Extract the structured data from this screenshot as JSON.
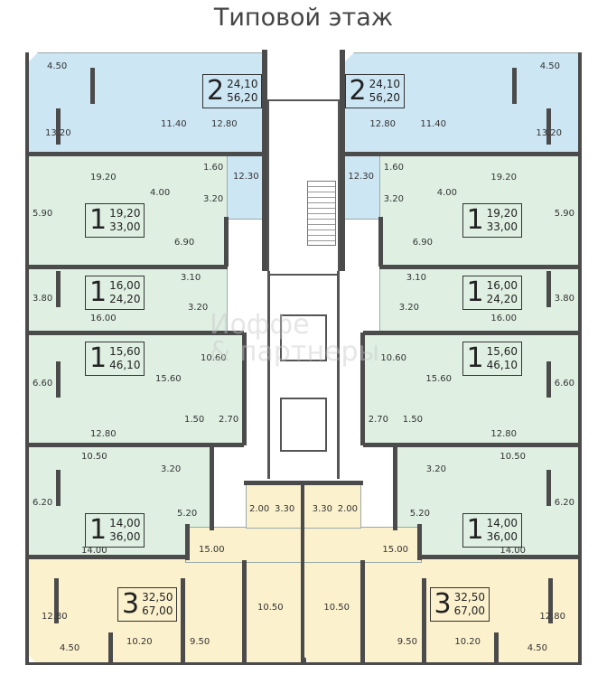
{
  "title": "Типовой этаж",
  "watermark": [
    "Иоффе",
    "& партнеры"
  ],
  "left_wing": {
    "badges": [
      {
        "rooms": "2",
        "living": "24,10",
        "total": "56,20"
      },
      {
        "rooms": "1",
        "living": "19,20",
        "total": "33,00"
      },
      {
        "rooms": "1",
        "living": "16,00",
        "total": "24,20"
      },
      {
        "rooms": "1",
        "living": "15,60",
        "total": "46,10"
      },
      {
        "rooms": "1",
        "living": "14,00",
        "total": "36,00"
      },
      {
        "rooms": "3",
        "living": "32,50",
        "total": "67,00"
      }
    ],
    "areas": [
      "4.50",
      "11.40",
      "12.80",
      "13.20",
      "1.60",
      "12.30",
      "3.20",
      "19.20",
      "4.00",
      "5.90",
      "6.90",
      "3.10",
      "3.80",
      "3.20",
      "16.00",
      "10.60",
      "6.60",
      "15.60",
      "1.50",
      "2.70",
      "12.80",
      "10.50",
      "3.20",
      "6.20",
      "5.20",
      "14.00",
      "15.00",
      "2.00",
      "3.30",
      "10.50",
      "12.80",
      "10.20",
      "9.50",
      "4.50"
    ]
  },
  "right_wing": {
    "badges": [
      {
        "rooms": "2",
        "living": "24,10",
        "total": "56,20"
      },
      {
        "rooms": "1",
        "living": "19,20",
        "total": "33,00"
      },
      {
        "rooms": "1",
        "living": "16,00",
        "total": "24,20"
      },
      {
        "rooms": "1",
        "living": "15,60",
        "total": "46,10"
      },
      {
        "rooms": "1",
        "living": "14,00",
        "total": "36,00"
      },
      {
        "rooms": "3",
        "living": "32,50",
        "total": "67,00"
      }
    ],
    "areas": [
      "4.50",
      "11.40",
      "12.80",
      "13.20",
      "1.60",
      "12.30",
      "3.20",
      "19.20",
      "4.00",
      "5.90",
      "6.90",
      "3.10",
      "3.80",
      "3.20",
      "16.00",
      "10.60",
      "6.60",
      "15.60",
      "1.50",
      "2.70",
      "12.80",
      "10.50",
      "3.20",
      "6.20",
      "5.20",
      "14.00",
      "15.00",
      "2.00",
      "3.30",
      "10.50",
      "12.80",
      "10.20",
      "9.50",
      "4.50"
    ]
  },
  "colors": {
    "two_room": "#cde6f4",
    "one_room": "#dff0e3",
    "three_room": "#fcf1cd",
    "wall": "#4b4b4b"
  }
}
